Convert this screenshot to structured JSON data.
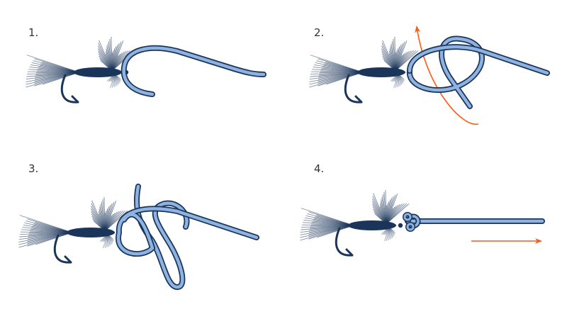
{
  "steps": [
    {
      "label": "1."
    },
    {
      "label": "2."
    },
    {
      "label": "3."
    },
    {
      "label": "4."
    }
  ],
  "colors": {
    "fly": "#1b355a",
    "line": "#8fb3e0",
    "arrow": "#ff5a14"
  }
}
